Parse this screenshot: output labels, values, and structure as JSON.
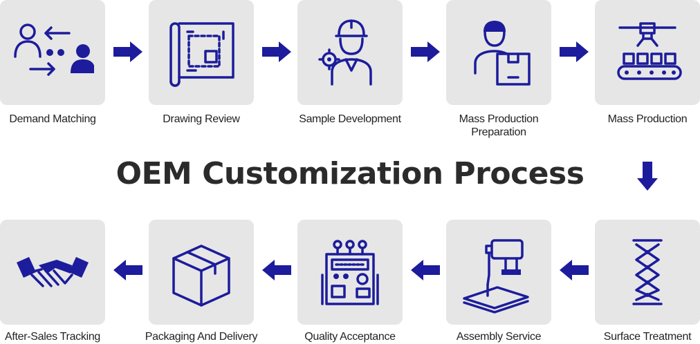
{
  "title": "OEM Customization Process",
  "steps": [
    {
      "label": "Demand Matching",
      "icon": "people-exchange-icon"
    },
    {
      "label": "Drawing Review",
      "icon": "blueprint-icon"
    },
    {
      "label": "Sample Development",
      "icon": "engineer-icon"
    },
    {
      "label": "Mass Production Preparation",
      "icon": "worker-box-icon"
    },
    {
      "label": "Mass Production",
      "icon": "conveyor-icon"
    },
    {
      "label": "Surface Treatment",
      "icon": "scissor-lift-icon"
    },
    {
      "label": "Assembly Service",
      "icon": "drill-icon"
    },
    {
      "label": "Quality Acceptance",
      "icon": "control-panel-icon"
    },
    {
      "label": "Packaging And Delivery",
      "icon": "box-icon"
    },
    {
      "label": "After-Sales Tracking",
      "icon": "handshake-icon"
    }
  ],
  "colors": {
    "accent": "#1c1c9c",
    "tile": "#e6e6e6",
    "text": "#222222"
  }
}
